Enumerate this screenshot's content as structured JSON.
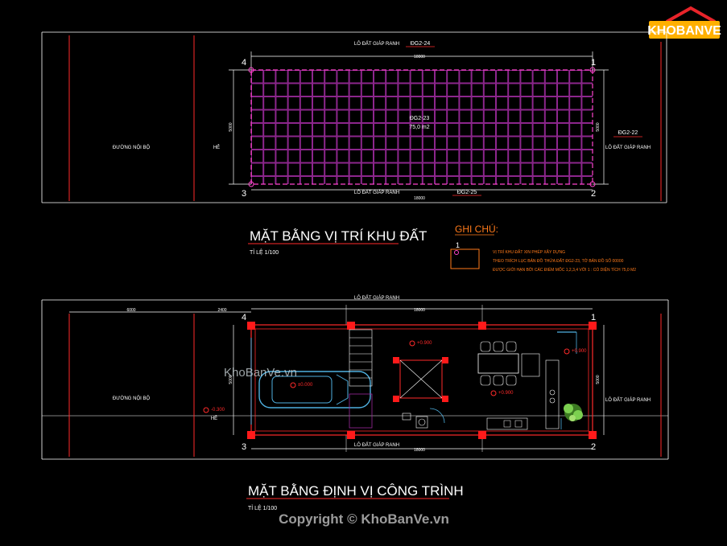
{
  "logo": {
    "text": "KHOBANVE",
    "colors": {
      "bg": "#ffb000",
      "text": "#ffffff",
      "roof": "#e8242a"
    }
  },
  "site_plan": {
    "label_top": "LÔ ĐẤT GIÁP RANH",
    "lot_top_id": "ĐG2-24",
    "dim_top": "18000",
    "lot_id": "ĐG2-23",
    "area": "75,0 m2",
    "label_left_road": "ĐƯỜNG NỘI BỘ",
    "label_setback": "HẺ",
    "dim_left": "5000",
    "right_lot_id": "ĐG2-22",
    "label_right": "LÔ ĐẤT GIÁP RANH",
    "label_bottom": "LÔ ĐẤT GIÁP RANH",
    "lot_bottom_id": "ĐG2-25",
    "dim_bottom": "18000",
    "corners": {
      "c1": "1",
      "c2": "2",
      "c3": "3",
      "c4": "4"
    },
    "title": "MẶT BẰNG VỊ TRÍ KHU ĐẤT",
    "scale": "TỈ LỆ 1/100"
  },
  "note": {
    "heading": "GHI CHÚ:",
    "symbol_number": "1",
    "lines": [
      "VỊ TRÍ KHU ĐẤT XIN PHÉP XÂY DỰNG",
      "THEO TRÍCH LỤC BẢN ĐỒ THỬA ĐẤT ĐG2-23, TỜ BẢN ĐỒ SỐ 00000",
      "ĐƯỢC GIỚI HẠN BỞI CÁC ĐIỂM MỐC 1,2,3,4 VỚI 1 : CÓ DIỆN TÍCH 75,0 M2"
    ]
  },
  "building_plan": {
    "label_top": "LÔ ĐẤT GIÁP RANH",
    "dim_top": "18000",
    "dim_road": "6000",
    "dim_setback": "2400",
    "label_left_road": "ĐƯỜNG NỘI BỘ",
    "label_setback": "HẺ",
    "level_road": "-0.300",
    "level_garage": "±0.000",
    "level_stair": "+0.900",
    "level_dining": "+0.900",
    "level_kitchen": "+0.900",
    "dim_right": "5000",
    "label_right": "LÔ ĐẤT GIÁP RANH",
    "label_bottom": "LÔ ĐẤT GIÁP RANH",
    "dim_bottom": "18000",
    "corners": {
      "c1": "1",
      "c2": "2",
      "c3": "3",
      "c4": "4"
    },
    "title": "MẶT BẰNG ĐỊNH VỊ CÔNG TRÌNH",
    "scale": "TỈ LỆ 1/100"
  },
  "watermark": "KhoBanVe.vn",
  "copyright": "Copyright © KhoBanVe.vn",
  "colors": {
    "line_white": "#ffffff",
    "line_red": "#ff2a2a",
    "line_magenta": "#ff44cc",
    "hatch": "#9b2a9b",
    "column": "#ff1a1a",
    "accent_orange": "#ff7a1a",
    "car": "#4fb0e0",
    "tree": "#7cd050"
  }
}
